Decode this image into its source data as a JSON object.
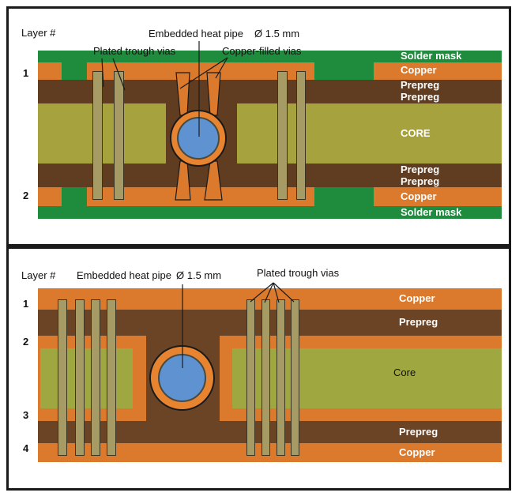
{
  "colors": {
    "solder_mask_green": "#1F8B3D",
    "copper_orange": "#DB7A2D",
    "prepreg_brown_top": "#603C21",
    "prepreg_brown_bottom": "#6B4426",
    "core_olive_top": "#A6A23E",
    "core_olive_bottom": "#9FA840",
    "via_tan": "#A69B64",
    "heat_pipe_blue": "#5E92D1",
    "heat_pipe_ring_orange": "#E8842F",
    "outline_black": "#1A1A1A"
  },
  "top_diagram": {
    "layer_header": "Layer #",
    "annotations": {
      "embedded_heat_pipe": "Embedded heat pipe",
      "diameter": "Ø 1.5 mm",
      "plated_vias": "Plated trough vias",
      "copper_filled_vias": "Copper-filled vias"
    },
    "layer_numbers": [
      "1",
      "2"
    ],
    "band_labels": [
      "Solder mask",
      "Copper",
      "Prepreg",
      "Prepreg",
      "CORE",
      "Prepreg",
      "Prepreg",
      "Copper",
      "Solder mask"
    ]
  },
  "bottom_diagram": {
    "layer_header": "Layer #",
    "annotations": {
      "embedded_heat_pipe": "Embedded heat pipe",
      "diameter": "Ø 1.5 mm",
      "plated_vias": "Plated trough vias"
    },
    "layer_numbers": [
      "1",
      "2",
      "3",
      "4"
    ],
    "band_labels": [
      "Copper",
      "Prepreg",
      "Core",
      "Prepreg",
      "Copper"
    ]
  }
}
